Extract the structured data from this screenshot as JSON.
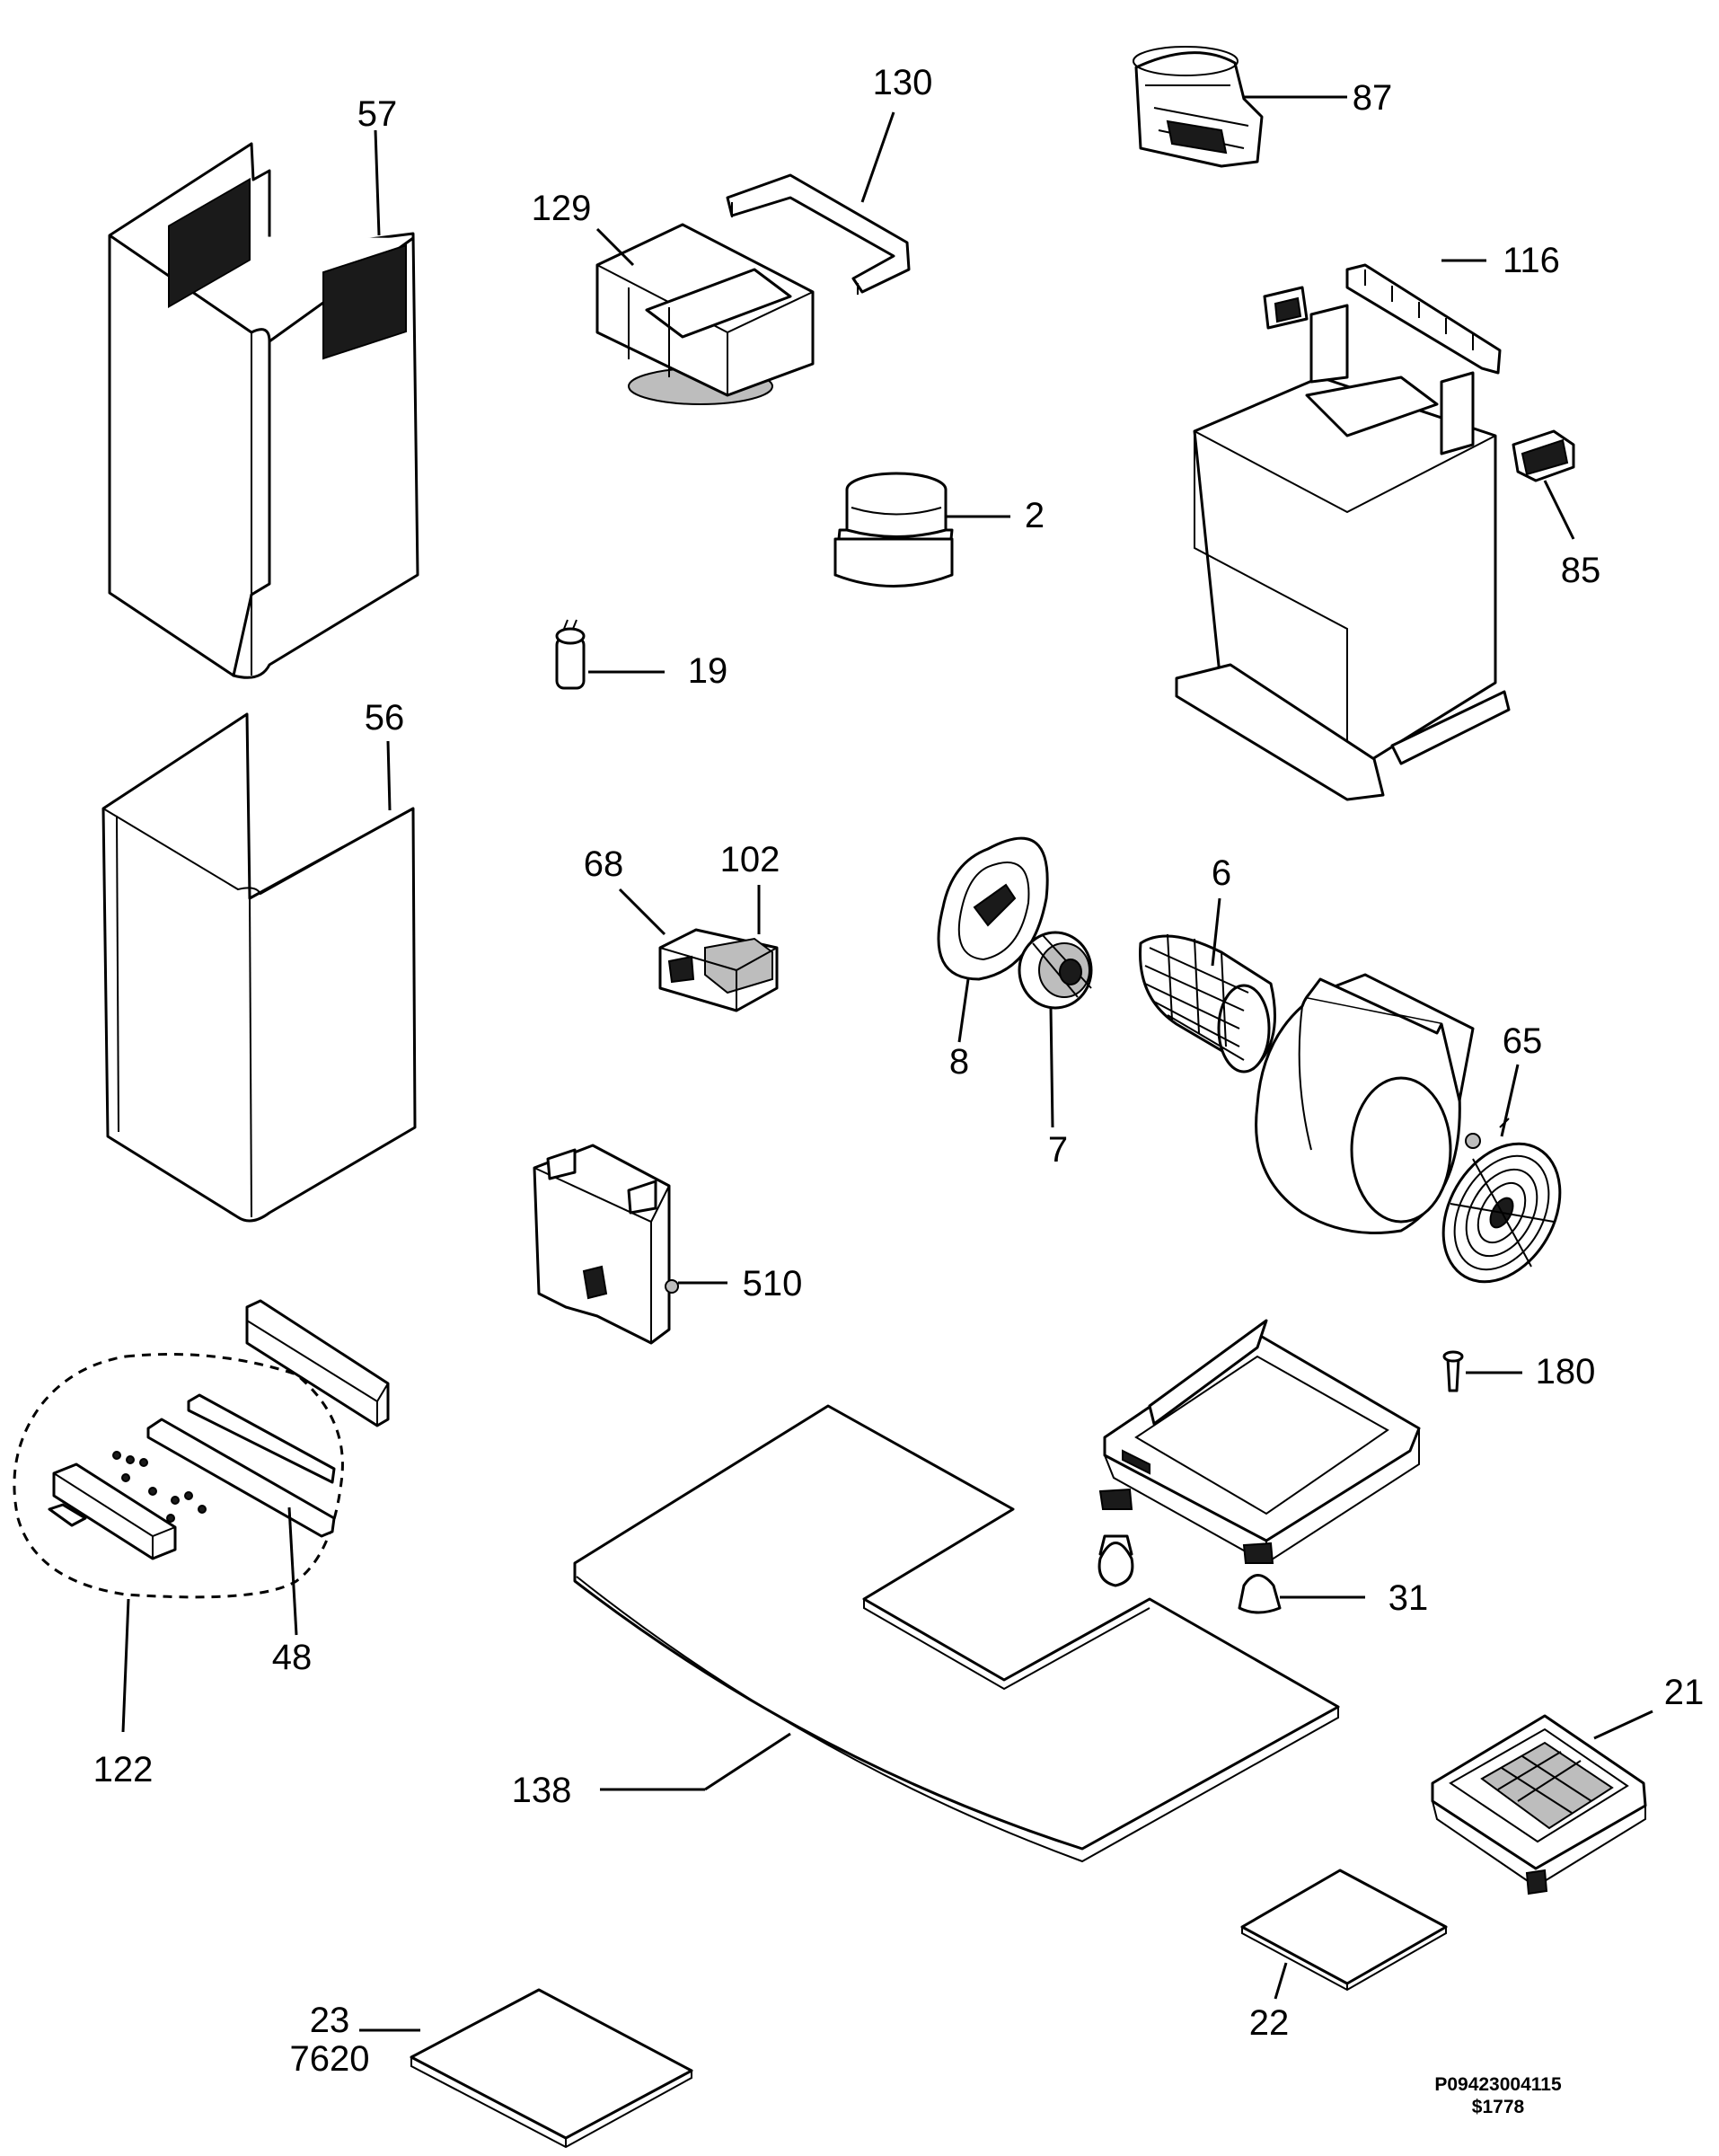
{
  "labels": {
    "p57": "57",
    "p130": "130",
    "p87": "87",
    "p129": "129",
    "p116": "116",
    "p2": "2",
    "p85": "85",
    "p19": "19",
    "p56": "56",
    "p68": "68",
    "p102": "102",
    "p6": "6",
    "p8": "8",
    "p65": "65",
    "p7": "7",
    "p510": "510",
    "p180": "180",
    "p31": "31",
    "p48": "48",
    "p21": "21",
    "p122": "122",
    "p138": "138",
    "p22": "22",
    "p23": "23",
    "p7620": "7620"
  },
  "footer": {
    "drawing_number": "P09423004115",
    "code": "$1778"
  }
}
